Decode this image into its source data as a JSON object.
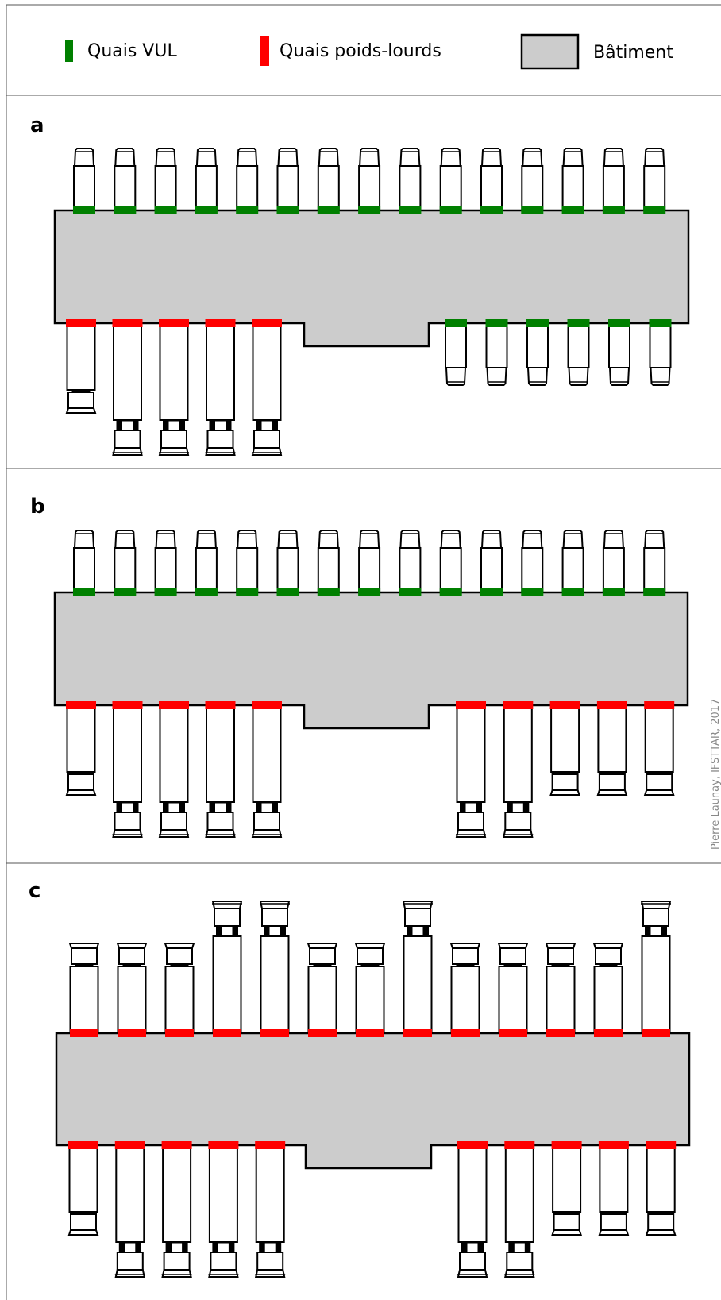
{
  "legend": {
    "items": [
      {
        "label": "Quais VUL",
        "color": "#008000"
      },
      {
        "label": "Quais poids-lourds",
        "color": "#ff0000"
      },
      {
        "label": "Bâtiment",
        "color": "#cccccc"
      }
    ]
  },
  "credit": "Pierre Launay, IFSTTAR, 2017",
  "colors": {
    "vul": "#008000",
    "pl": "#ff0000",
    "building": "#cccccc",
    "outline": "#000000"
  },
  "panels": [
    {
      "letter": "a",
      "top_docks": [
        "vul",
        "vul",
        "vul",
        "vul",
        "vul",
        "vul",
        "vul",
        "vul",
        "vul",
        "vul",
        "vul",
        "vul",
        "vul",
        "vul",
        "vul"
      ],
      "top_trucks": [
        "van",
        "van",
        "van",
        "van",
        "van",
        "van",
        "van",
        "van",
        "van",
        "van",
        "van",
        "van",
        "van",
        "van",
        "van"
      ],
      "bottom_left_docks": [
        "pl",
        "pl",
        "pl",
        "pl",
        "pl"
      ],
      "bottom_left_trucks": [
        "rigid",
        "semi",
        "semi",
        "semi",
        "semi"
      ],
      "bottom_right_docks": [
        "vul",
        "vul",
        "vul",
        "vul",
        "vul",
        "vul"
      ],
      "bottom_right_trucks": [
        "van",
        "van",
        "van",
        "van",
        "van",
        "van"
      ]
    },
    {
      "letter": "b",
      "top_docks": [
        "vul",
        "vul",
        "vul",
        "vul",
        "vul",
        "vul",
        "vul",
        "vul",
        "vul",
        "vul",
        "vul",
        "vul",
        "vul",
        "vul",
        "vul"
      ],
      "top_trucks": [
        "van",
        "van",
        "van",
        "van",
        "van",
        "van",
        "van",
        "van",
        "van",
        "van",
        "van",
        "van",
        "van",
        "van",
        "van"
      ],
      "bottom_left_docks": [
        "pl",
        "pl",
        "pl",
        "pl",
        "pl"
      ],
      "bottom_left_trucks": [
        "rigid",
        "semi",
        "semi",
        "semi",
        "semi"
      ],
      "bottom_right_docks": [
        "pl",
        "pl",
        "pl",
        "pl",
        "pl"
      ],
      "bottom_right_trucks": [
        "semi",
        "semi",
        "rigid",
        "rigid",
        "rigid"
      ]
    },
    {
      "letter": "c",
      "top_docks": [
        "pl",
        "pl",
        "pl",
        "pl",
        "pl",
        "pl",
        "pl",
        "pl",
        "pl",
        "pl",
        "pl",
        "pl",
        "pl"
      ],
      "top_trucks": [
        "rigid",
        "rigid",
        "rigid",
        "semi",
        "semi",
        "rigid",
        "rigid",
        "semi",
        "rigid",
        "rigid",
        "rigid",
        "rigid",
        "semi"
      ],
      "bottom_left_docks": [
        "pl",
        "pl",
        "pl",
        "pl",
        "pl"
      ],
      "bottom_left_trucks": [
        "rigid",
        "semi",
        "semi",
        "semi",
        "semi"
      ],
      "bottom_right_docks": [
        "pl",
        "pl",
        "pl",
        "pl",
        "pl"
      ],
      "bottom_right_trucks": [
        "semi",
        "semi",
        "rigid",
        "rigid",
        "rigid"
      ]
    }
  ]
}
